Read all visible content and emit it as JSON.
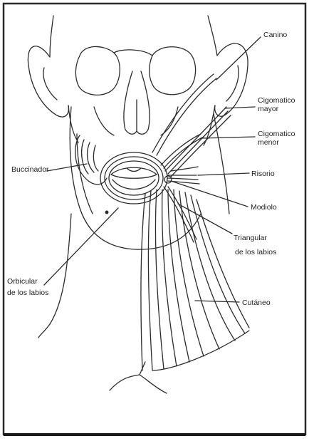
{
  "diagram": {
    "labels": {
      "canino": "Canino",
      "cigomatico_mayor_1": "Cigomatico",
      "cigomatico_mayor_2": "mayor",
      "cigomatico_menor_1": "Cigomatico",
      "cigomatico_menor_2": "menor",
      "buccinador": "Buccinador",
      "risorio": "Risorio",
      "modiolo": "Modiolo",
      "triangular_1": "Triangular",
      "triangular_2": "de los labios",
      "orbicular_1": "Orbicular",
      "orbicular_2": "de los labios",
      "cutaneo": "Cutáneo"
    }
  }
}
